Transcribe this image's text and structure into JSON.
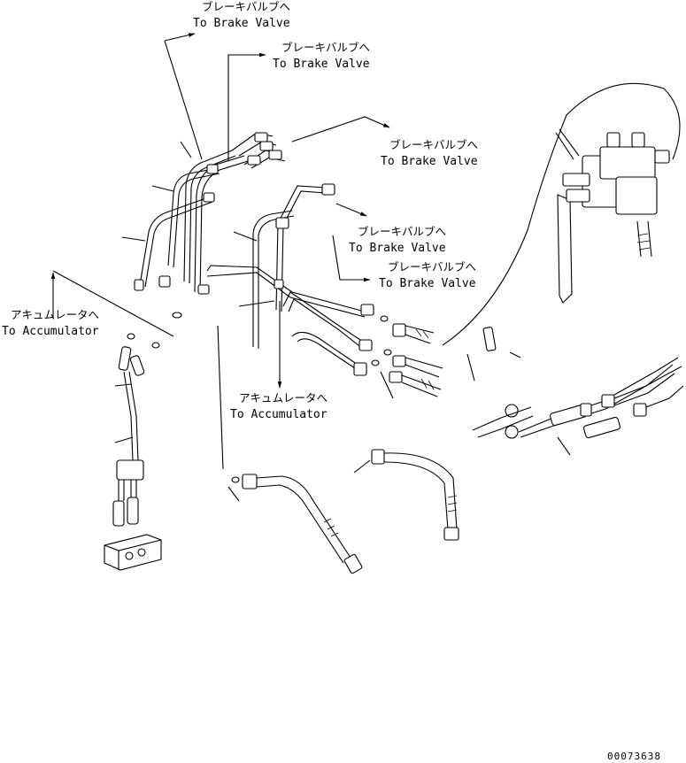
{
  "labels": {
    "brake1_jp": "ブレーキバルブへ",
    "brake1_en": "To Brake Valve",
    "brake2_jp": "ブレーキバルブへ",
    "brake2_en": "To Brake Valve",
    "brake3_jp": "ブレーキバルブへ",
    "brake3_en": "To Brake Valve",
    "brake4_jp": "ブレーキバルブへ",
    "brake4_en": "To Brake Valve",
    "brake5_jp": "ブレーキバルブへ",
    "brake5_en": "To Brake Valve",
    "acc1_jp": "アキュムレータへ",
    "acc1_en": "To Accumulator",
    "acc2_jp": "アキュムレータへ",
    "acc2_en": "To Accumulator"
  },
  "drawing_number": "00073638"
}
